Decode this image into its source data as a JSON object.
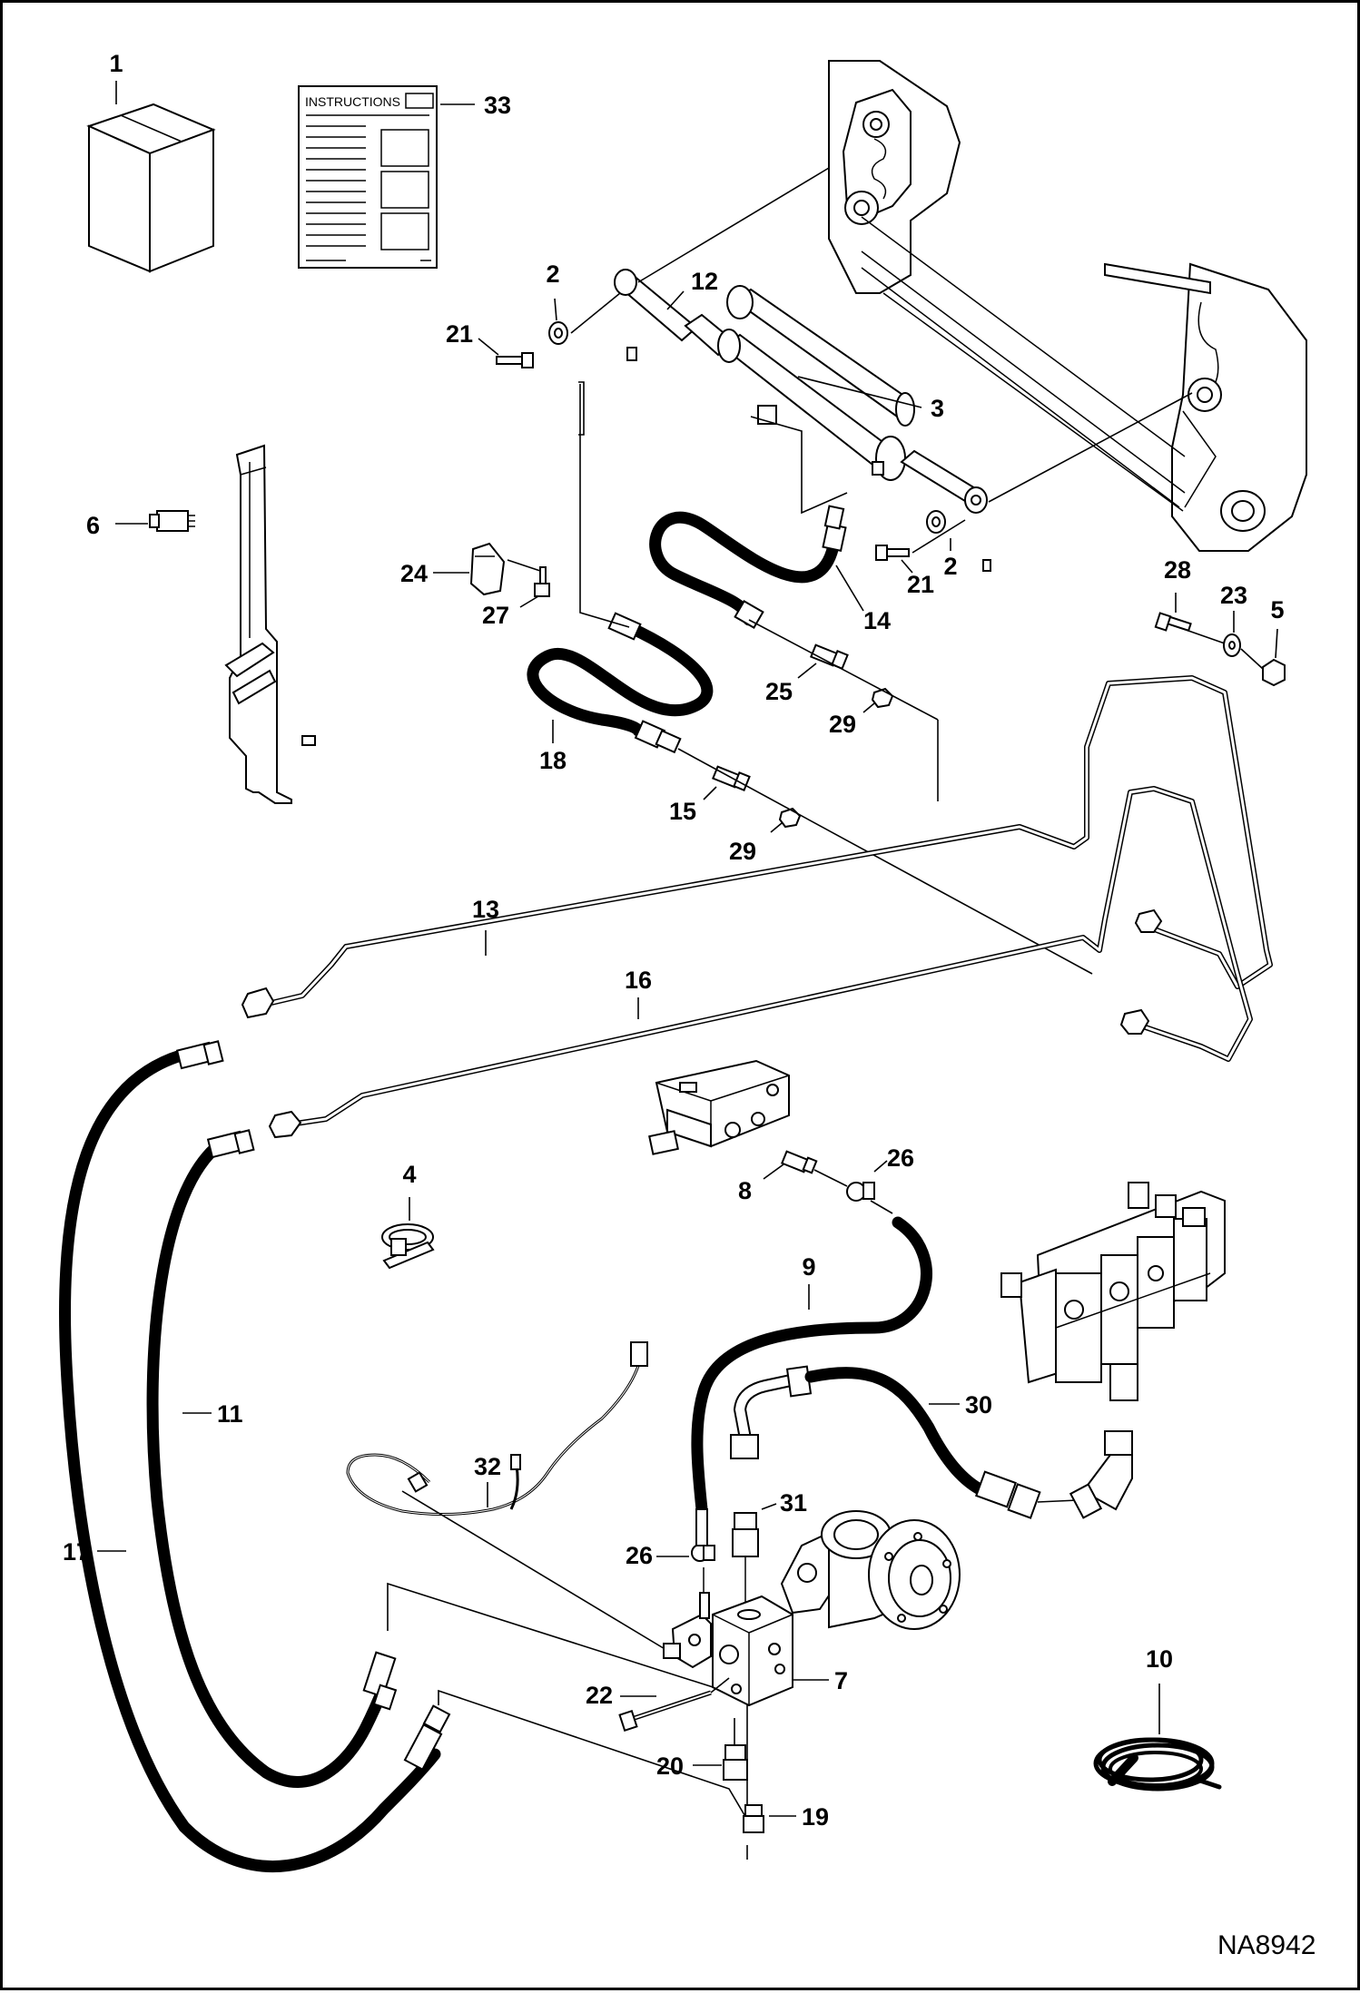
{
  "diagram": {
    "drawing_code": "NA8942",
    "instructions_sheet_title": "INSTRUCTIONS",
    "callouts": {
      "c1": "1",
      "c2a": "2",
      "c2b": "2",
      "c3": "3",
      "c4": "4",
      "c5": "5",
      "c6": "6",
      "c7": "7",
      "c8": "8",
      "c9": "9",
      "c10": "10",
      "c11": "11",
      "c12": "12",
      "c13": "13",
      "c14": "14",
      "c15": "15",
      "c16": "16",
      "c17": "17",
      "c18": "18",
      "c19": "19",
      "c20": "20",
      "c21a": "21",
      "c21b": "21",
      "c22": "22",
      "c23": "23",
      "c24": "24",
      "c25": "25",
      "c26a": "26",
      "c26b": "26",
      "c27": "27",
      "c28": "28",
      "c29a": "29",
      "c29b": "29",
      "c30": "30",
      "c31": "31",
      "c32": "32",
      "c33": "33"
    }
  }
}
